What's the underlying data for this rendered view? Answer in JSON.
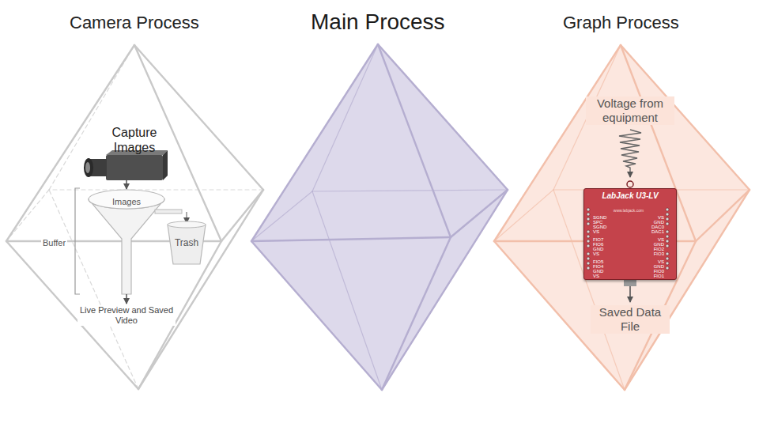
{
  "diagram": {
    "nodes": [
      {
        "text": [
          "Camera Process"
        ]
      },
      {
        "text": [
          "Main Process"
        ]
      },
      {
        "text": [
          "Graph Process"
        ]
      },
      {
        "text": [
          "LabJack U3-LV"
        ],
        "in": 2
      }
    ],
    "labels": [
      "Capture Images",
      "Images",
      "Trash",
      "Buffer",
      "Live Preview and Saved Video",
      "Voltage from equipment",
      "Saved Data File",
      "www.labjack.com",
      "SGND",
      "SPC",
      "SGND",
      "VS",
      "FIO7",
      "FIO6",
      "GND",
      "VS",
      "FIO5",
      "FIO4",
      "GND",
      "VS",
      "VS",
      "GND",
      "DAC0",
      "DAC1",
      "VS",
      "GND",
      "FIO2",
      "FIO3",
      "VS",
      "GND",
      "FIO0",
      "FIO1"
    ]
  }
}
